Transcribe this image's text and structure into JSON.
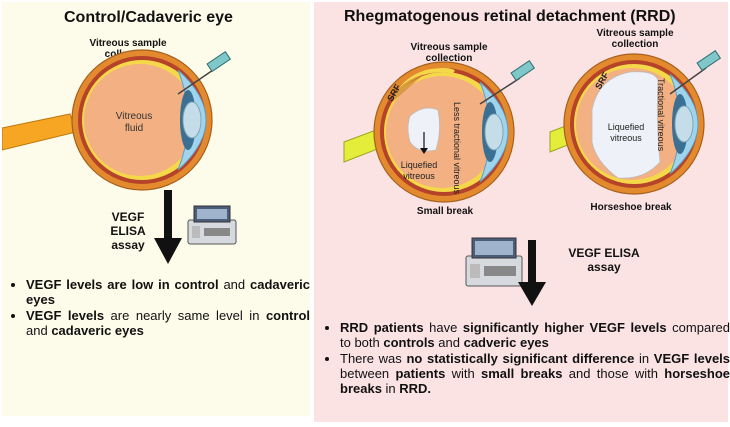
{
  "left": {
    "title": "Control/Cadaveric eye",
    "sample_label": "Vitreous sample collection",
    "vitreous_label": "Vitreous fluid",
    "assay_line1": "VEGF",
    "assay_line2": "ELISA",
    "assay_line3": "assay",
    "bullets": [
      {
        "parts": [
          {
            "t": "VEGF levels are low in control",
            "b": true
          },
          {
            "t": " and ",
            "b": false
          },
          {
            "t": "cadaveric eyes",
            "b": true
          }
        ]
      },
      {
        "parts": [
          {
            "t": "VEGF levels",
            "b": true
          },
          {
            "t": " are nearly same level in ",
            "b": false
          },
          {
            "t": "control",
            "b": true
          },
          {
            "t": " and ",
            "b": false
          },
          {
            "t": "cadaveric eyes",
            "b": true
          }
        ]
      }
    ]
  },
  "right": {
    "title": "Rhegmatogenous retinal detachment (RRD)",
    "eye1": {
      "sample_label": "Vitreous sample collection",
      "srf": "SRF",
      "tractional": "Less tractional vitreous",
      "liquefied": "Liquefied vitreous",
      "caption": "Small break"
    },
    "eye2": {
      "sample_label": "Vitreous sample collection",
      "srf": "SRF",
      "tractional": "Tractional vitreous",
      "liquefied": "Liquefied vitreous",
      "caption": "Horseshoe break"
    },
    "assay_line1": "VEGF ELISA",
    "assay_line2": "assay",
    "bullets": [
      {
        "parts": [
          {
            "t": "RRD patients",
            "b": true
          },
          {
            "t": " have ",
            "b": false
          },
          {
            "t": "significantly higher VEGF levels",
            "b": true
          },
          {
            "t": " compared to both ",
            "b": false
          },
          {
            "t": "controls",
            "b": true
          },
          {
            "t": " and ",
            "b": false
          },
          {
            "t": "cadveric eyes",
            "b": true
          }
        ]
      },
      {
        "parts": [
          {
            "t": "There was ",
            "b": false
          },
          {
            "t": "no statistically significant difference",
            "b": true
          },
          {
            "t": " in ",
            "b": false
          },
          {
            "t": "VEGF levels",
            "b": true
          },
          {
            "t": " between ",
            "b": false
          },
          {
            "t": "patients",
            "b": true
          },
          {
            "t": " with ",
            "b": false
          },
          {
            "t": "small breaks",
            "b": true
          },
          {
            "t": " and those with ",
            "b": false
          },
          {
            "t": "horseshoe breaks",
            "b": true
          },
          {
            "t": " in ",
            "b": false
          },
          {
            "t": "RRD.",
            "b": true
          }
        ]
      }
    ]
  },
  "colors": {
    "left_bg": "#fdfbe9",
    "right_bg": "#fbe3e4",
    "sclera": "#e48a2e",
    "vitreous": "#f2b083",
    "retina": "#f5d84a",
    "cornea": "#9fd4ec",
    "optic_nerve_control": "#f6a623",
    "optic_nerve_rrd": "#e4ee3a",
    "liquefied": "#eef1f8",
    "arrow": "#111111"
  }
}
